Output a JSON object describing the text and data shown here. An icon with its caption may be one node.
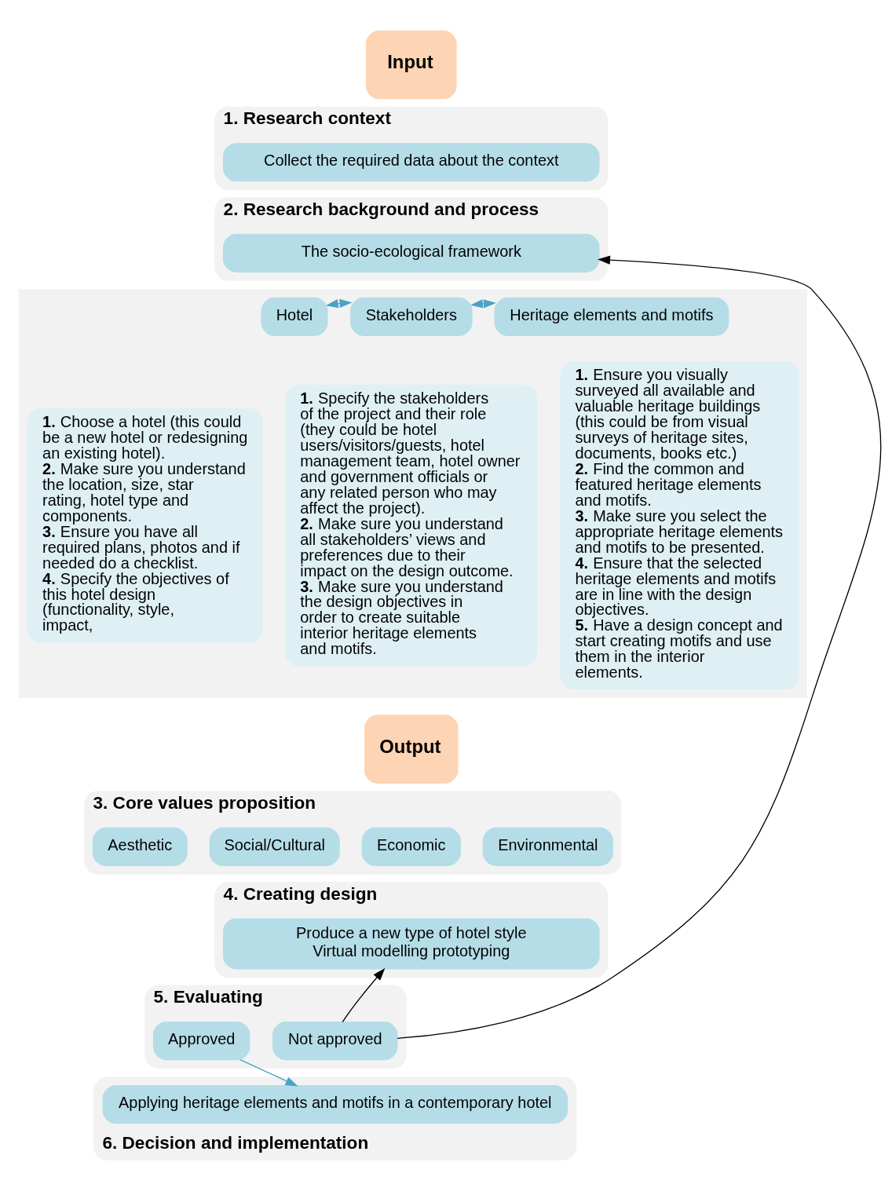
{
  "diagram": {
    "nodes": [
      {
        "text": [
          "Input"
        ]
      },
      {
        "text": [
          "1. Research context"
        ]
      },
      {
        "text": [
          "Collect the required data about the context"
        ],
        "in": 1
      },
      {
        "text": [
          "2. Research background and process"
        ]
      },
      {
        "text": [
          "The socio-ecological framework"
        ],
        "in": 3
      },
      {
        "text": [],
        "shape": "box"
      },
      {
        "text": [
          "Hotel"
        ],
        "in": 5
      },
      {
        "text": [
          "Stakeholders"
        ],
        "in": 5
      },
      {
        "text": [
          "Heritage elements and motifs"
        ],
        "in": 5
      },
      {
        "text": [
          "**1.** Choose a hotel (this could be a new hotel or redesigning an existing hotel). **2.** Make sure you understand the location, size, star rating, hotel type and components. **3.** Ensure you have all required plans, photos and if needed do a checklist. **4.** Specify the objectives of this hotel design (functionality, style, impact,"
        ],
        "in": 5
      },
      {
        "text": [
          "**1.** Specify the stakeholders of the project and their role (they could be hotel users/visitors/guests, hotel management team, hotel owner and government officials or any related person who may affect the project). **2.** Make sure you understand all stakeholders’ views and preferences due to their impact on the design outcome. **3.** Make sure you understand the design objectives in order to create suitable interior heritage elements and motifs."
        ],
        "in": 5
      },
      {
        "text": [
          "**1.** Ensure you visually surveyed all available and valuable heritage buildings (this could be from visual surveys of heritage sites, documents, books etc.) **2.** Find the common and featured heritage elements and motifs. **3.** Make sure you select the appropriate heritage elements and motifs to be presented. **4.** Ensure that the selected heritage elements and motifs are in line with the design objectives. **5.** Have a design concept and start creating motifs and use them in the interior elements."
        ],
        "in": 5
      },
      {
        "text": [
          "Output"
        ]
      },
      {
        "text": [
          "3. Core values proposition"
        ]
      },
      {
        "text": [
          "Aesthetic"
        ],
        "in": 13
      },
      {
        "text": [
          "Social/Cultural"
        ],
        "in": 13
      },
      {
        "text": [
          "Economic"
        ],
        "in": 13
      },
      {
        "text": [
          "Environmental"
        ],
        "in": 13
      },
      {
        "text": [
          "4. Creating design"
        ]
      },
      {
        "text": [
          "Produce a new type of hotel style",
          "Virtual modelling prototyping"
        ],
        "in": 18
      },
      {
        "text": [
          "5. Evaluating"
        ]
      },
      {
        "text": [
          "Approved"
        ],
        "in": 20
      },
      {
        "text": [
          "Not approved"
        ],
        "in": 20
      },
      {
        "text": [
          "6. Decision and implementation"
        ]
      },
      {
        "text": [
          "Applying heritage elements and motifs in a contemporary hotel"
        ],
        "in": 23
      }
    ],
    "edges": [
      {
        "from": 6,
        "to": 7,
        "arrow": "both",
        "color": "#4aa3c4"
      },
      {
        "from": 7,
        "to": 8,
        "arrow": "both",
        "color": "#4aa3c4"
      },
      {
        "from": 22,
        "to": 4,
        "arrow": "to",
        "color": "#000000"
      },
      {
        "from": 22,
        "to": 19,
        "arrow": "to",
        "color": "#000000"
      },
      {
        "from": 21,
        "to": 24,
        "arrow": "to",
        "color": "#4aa3c4"
      }
    ]
  }
}
